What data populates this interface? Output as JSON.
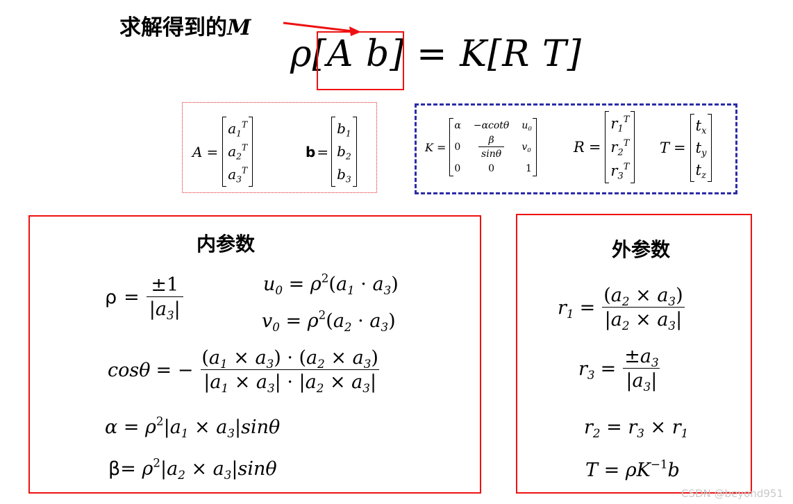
{
  "headline": {
    "label": "求解得到的",
    "symbol": "M"
  },
  "main_equation": {
    "lhs": "ρ[A b]",
    "eq": "=",
    "rhs": "K[R T]"
  },
  "matrix_A": {
    "name": "A",
    "rows": [
      "a1ᵀ",
      "a2ᵀ",
      "a3ᵀ"
    ]
  },
  "matrix_b": {
    "name": "b",
    "rows": [
      "b1",
      "b2",
      "b3"
    ]
  },
  "matrix_K": {
    "name": "K",
    "cells": [
      [
        "α",
        "−αcotθ",
        "u0"
      ],
      [
        "0",
        "β / sinθ",
        "v0"
      ],
      [
        "0",
        "0",
        "1"
      ]
    ]
  },
  "matrix_R": {
    "name": "R",
    "rows": [
      "r1ᵀ",
      "r2ᵀ",
      "r3ᵀ"
    ]
  },
  "matrix_T": {
    "name": "T",
    "rows": [
      "tx",
      "ty",
      "tz"
    ]
  },
  "intrinsic": {
    "title": "内参数",
    "rho": "ρ = ±1 / |a3|",
    "u0": "u0 = ρ²(a1 · a3)",
    "v0": "v0 = ρ²(a2 · a3)",
    "cos_theta": "cosθ = −(a1 × a3)·(a2 × a3) / |a1 × a3|·|a2 × a3|",
    "alpha": "α = ρ²|a1 × a3|sinθ",
    "beta": "β= ρ²|a2 × a3|sinθ"
  },
  "extrinsic": {
    "title": "外参数",
    "r1": "r1 = (a2 × a3) / |a2 × a3|",
    "r3": "r3 = ±a3 / |a3|",
    "r2": "r2 = r3 × r1",
    "T": "T = ρK⁻¹b"
  },
  "watermark": "CSDN @beyond951",
  "colors": {
    "highlight_red": "#ee1111",
    "dashed_blue": "#2b2ba8"
  }
}
